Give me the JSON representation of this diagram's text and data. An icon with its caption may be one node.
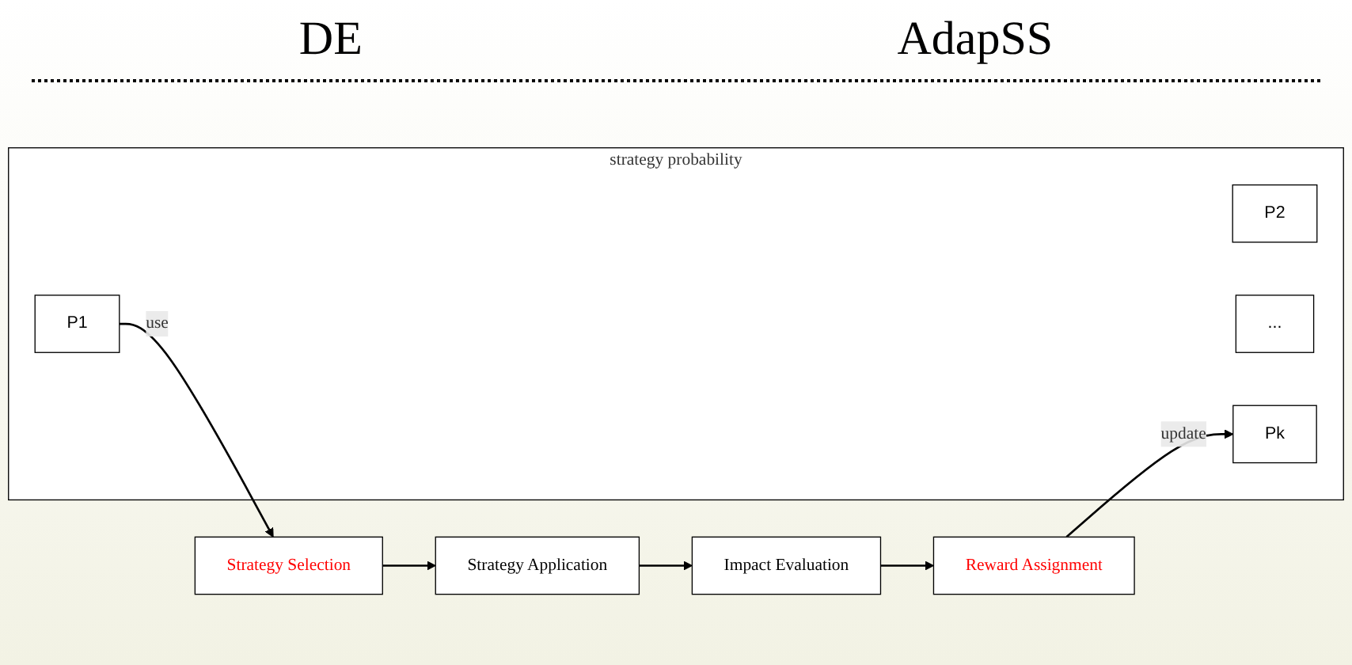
{
  "diagram": {
    "nodes": [
      {
        "text": [
          "Strategy Application"
        ]
      },
      {
        "text": [
          "Strategy Selection"
        ]
      },
      {
        "text": [
          "Impact Evaluation"
        ]
      },
      {
        "text": [
          "Reward Assignment"
        ]
      },
      {
        "text": [
          "strategy probability"
        ]
      },
      {
        "text": [
          "P1"
        ],
        "in": 4
      },
      {
        "text": [
          "P2"
        ],
        "in": 4
      },
      {
        "text": [
          "..."
        ],
        "in": 4
      },
      {
        "text": [
          "Pk"
        ],
        "in": 4
      }
    ],
    "edges": [
      {
        "from": 1,
        "to": 0,
        "arrow": "to"
      },
      {
        "from": 0,
        "to": 2,
        "arrow": "to"
      },
      {
        "from": 2,
        "to": 3,
        "arrow": "to"
      },
      {
        "from": 5,
        "to": 1,
        "label": "use",
        "arrow": "to"
      },
      {
        "from": 3,
        "to": 8,
        "label": "update",
        "arrow": "to"
      }
    ],
    "labels": [
      "DE",
      "AdapSS"
    ]
  }
}
